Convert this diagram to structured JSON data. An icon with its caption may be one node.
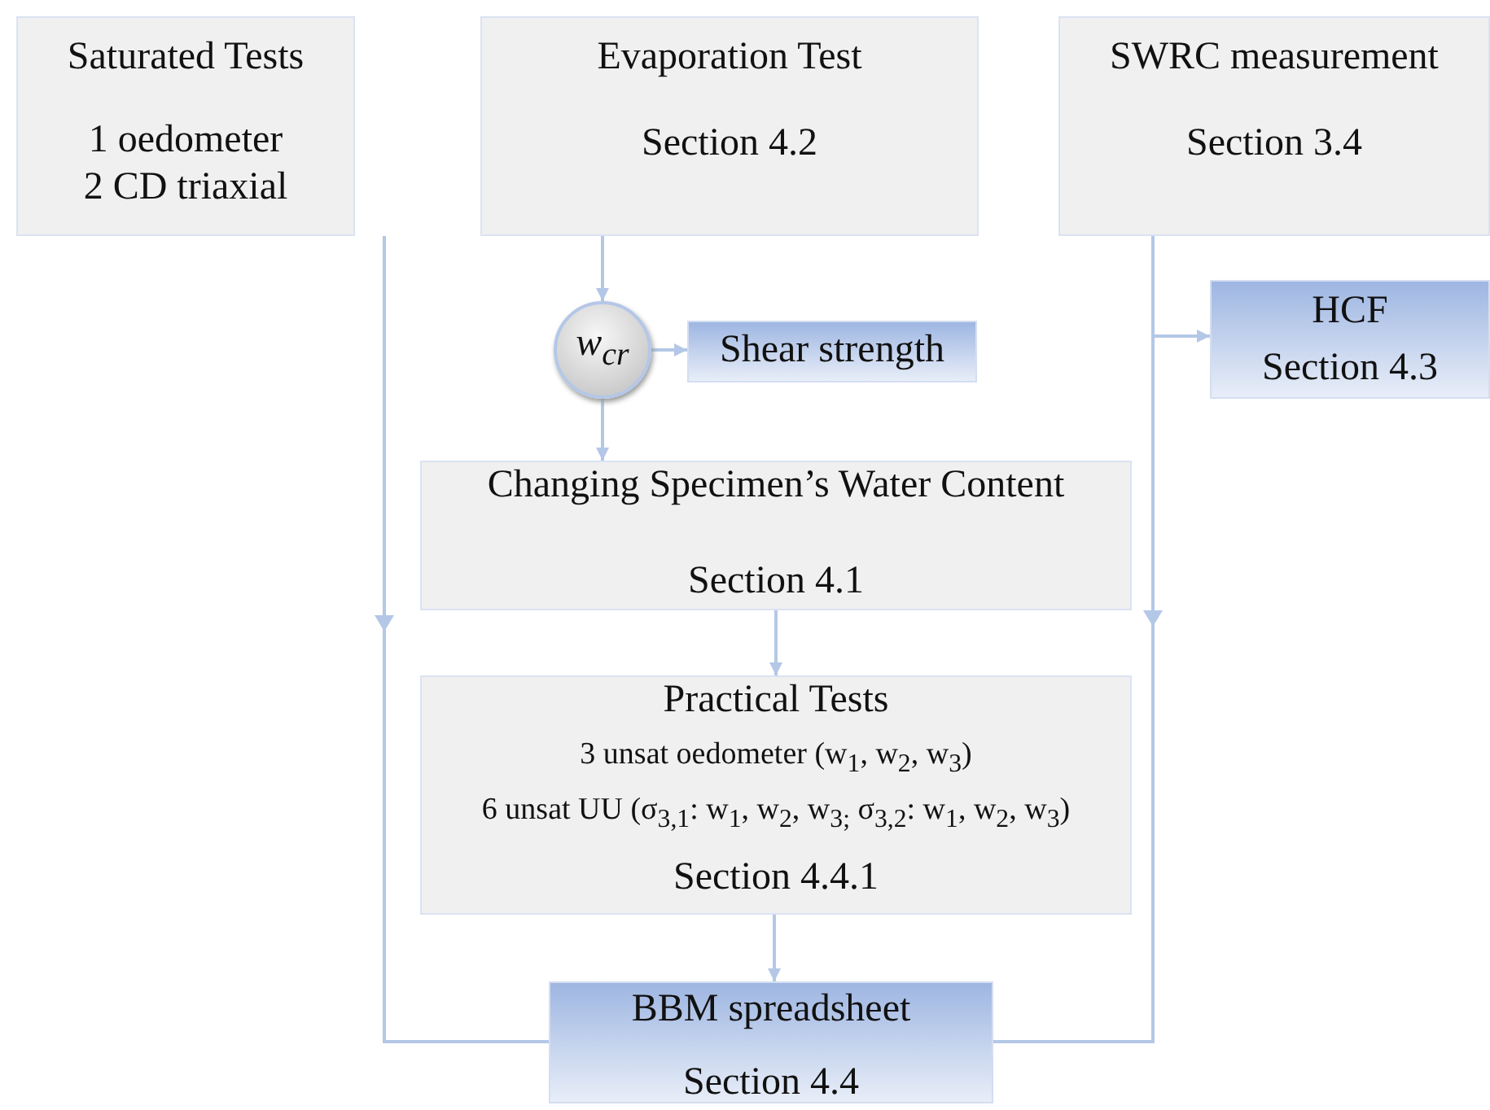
{
  "diagram": {
    "nodes": [
      {
        "text": [
          "Saturated Tests",
          "1 oedometer",
          "2 CD triaxial"
        ]
      },
      {
        "text": [
          "Evaporation Test",
          "Section 4.2"
        ]
      },
      {
        "text": [
          "SWRC measurement",
          "Section 3.4"
        ]
      },
      {
        "text": [
          "w$_{cr}$"
        ]
      },
      {
        "text": [
          "Shear strength"
        ]
      },
      {
        "text": [
          "HCF",
          "Section 4.3"
        ]
      },
      {
        "text": [
          "Changing Specimen’s Water Content",
          "Section 4.1"
        ]
      },
      {
        "text": [
          "Practical Tests",
          "3 unsat oedometer (w$_{1}$, w$_{2}$, w$_{3}$)",
          "6 unsat UU (σ$_{3,1}$: w$_{1}$, w$_{2}$, w$_{3;}$ σ$_{3,2}$: w$_{1}$, w$_{2}$, w$_{3}$)",
          "Section 4.4.1"
        ]
      },
      {
        "text": [
          "BBM spreadsheet",
          "Section 4.4"
        ]
      }
    ],
    "edges": [
      {
        "from": 1,
        "to": 3,
        "arrow": "to"
      },
      {
        "from": 3,
        "to": 4,
        "arrow": "to"
      },
      {
        "from": 3,
        "to": 6,
        "arrow": "to"
      },
      {
        "from": 6,
        "to": 7,
        "arrow": "to"
      },
      {
        "from": 7,
        "to": 8,
        "arrow": "to"
      },
      {
        "from": 0,
        "to": 8,
        "arrow": "to"
      },
      {
        "from": 2,
        "to": 5,
        "arrow": "to"
      },
      {
        "from": 2,
        "to": 8,
        "arrow": "to"
      }
    ]
  }
}
